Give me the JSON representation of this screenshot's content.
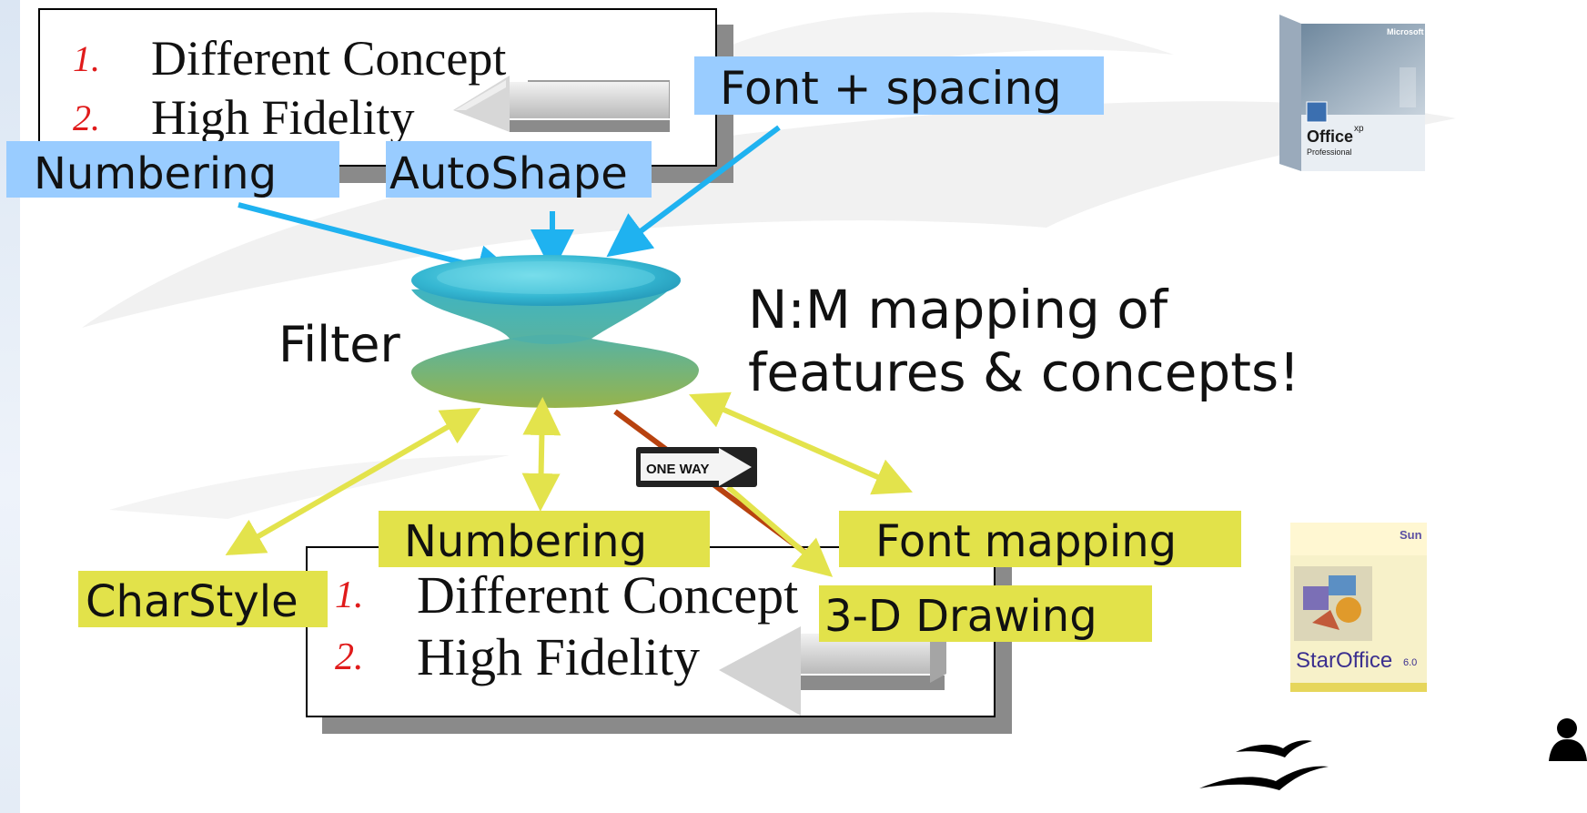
{
  "top_doc": {
    "items": [
      {
        "num": "1.",
        "text": "Different Concept"
      },
      {
        "num": "2.",
        "text": "High Fidelity"
      }
    ]
  },
  "bottom_doc": {
    "items": [
      {
        "num": "1.",
        "text": "Different Concept"
      },
      {
        "num": "2.",
        "text": "High Fidelity"
      }
    ]
  },
  "top_labels": {
    "numbering": "Numbering",
    "autoshape": "AutoShape",
    "font_spacing": "Font + spacing"
  },
  "bottom_labels": {
    "numbering": "Numbering",
    "font_mapping": "Font mapping",
    "charstyle": "CharStyle",
    "drawing_3d": "3-D Drawing"
  },
  "filter_label": "Filter",
  "mapping_text": {
    "line1": "N:M mapping of",
    "line2": "features & concepts!"
  },
  "one_way_sign": "ONE WAY",
  "office_box": {
    "brand": "Microsoft",
    "product": "Office",
    "version": "xp",
    "edition": "Professional"
  },
  "staroffice_box": {
    "brand": "Sun",
    "product": "StarOffice",
    "version": "6.0"
  },
  "colors": {
    "blue_label": "#99ccff",
    "yellow_label": "#e2e24a",
    "blue_arrow": "#1fb2f0",
    "yellow_arrow": "#e3e34c",
    "oneway_arrow": "#b8420f",
    "number_red": "#e01b1b"
  }
}
